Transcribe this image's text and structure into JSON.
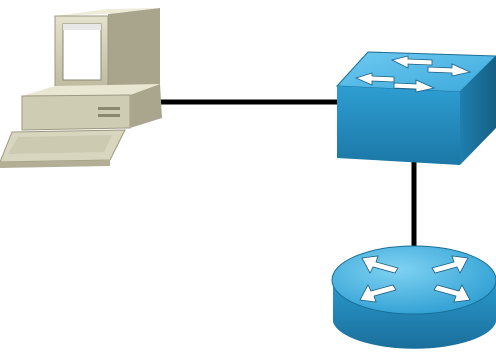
{
  "diagram": {
    "type": "network-topology",
    "nodes": [
      {
        "id": "pc",
        "kind": "workstation",
        "icon": "computer-icon"
      },
      {
        "id": "switch",
        "kind": "switch",
        "icon": "switch-icon"
      },
      {
        "id": "router",
        "kind": "router",
        "icon": "router-icon"
      }
    ],
    "links": [
      {
        "from": "pc",
        "to": "switch"
      },
      {
        "from": "switch",
        "to": "router"
      }
    ],
    "colors": {
      "cable": "#000000",
      "device_blue": "#2d9fd3",
      "device_blue_dark": "#1a6f97",
      "device_blue_top": "#5cc0e8",
      "pc_beige": "#d8d5be",
      "pc_screen": "#ffffff"
    }
  }
}
